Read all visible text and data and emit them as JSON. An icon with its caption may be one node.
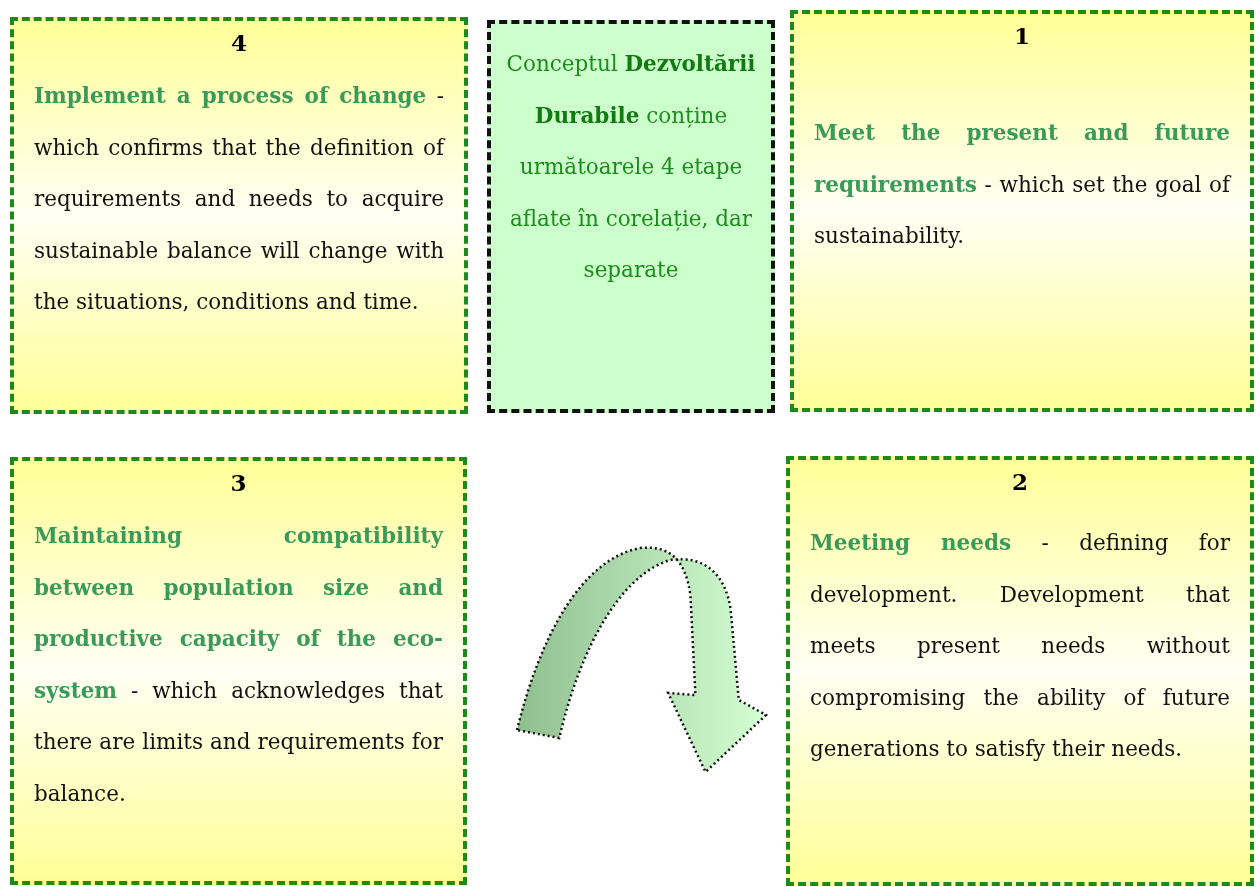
{
  "diagram": {
    "nodes": [
      {
        "text": [
          "4",
          "**Implement a process of change** - which confirms that the definition of requirements and needs to acquire sustainable balance will change with the situations, conditions and time."
        ]
      },
      {
        "text": [
          "Conceptul **Dezvoltării Durabile** conține următoarele 4 etape aflate în corelație, dar separate"
        ]
      },
      {
        "text": [
          "1",
          "**Meet the present and future requirements** - which set the goal of sustainability."
        ]
      },
      {
        "text": [
          "3",
          "**Maintaining compatibility between population size and productive capacity of the eco-system** - which acknowledges that there are limits and requirements for balance."
        ]
      },
      {
        "text": [
          "2",
          "**Meeting needs** - defining for development. Development that meets present needs without compromising the ability of future generations to satisfy their needs."
        ]
      }
    ],
    "edges": [
      {
        "from": 3,
        "to": 4,
        "arrow": "to"
      }
    ]
  }
}
